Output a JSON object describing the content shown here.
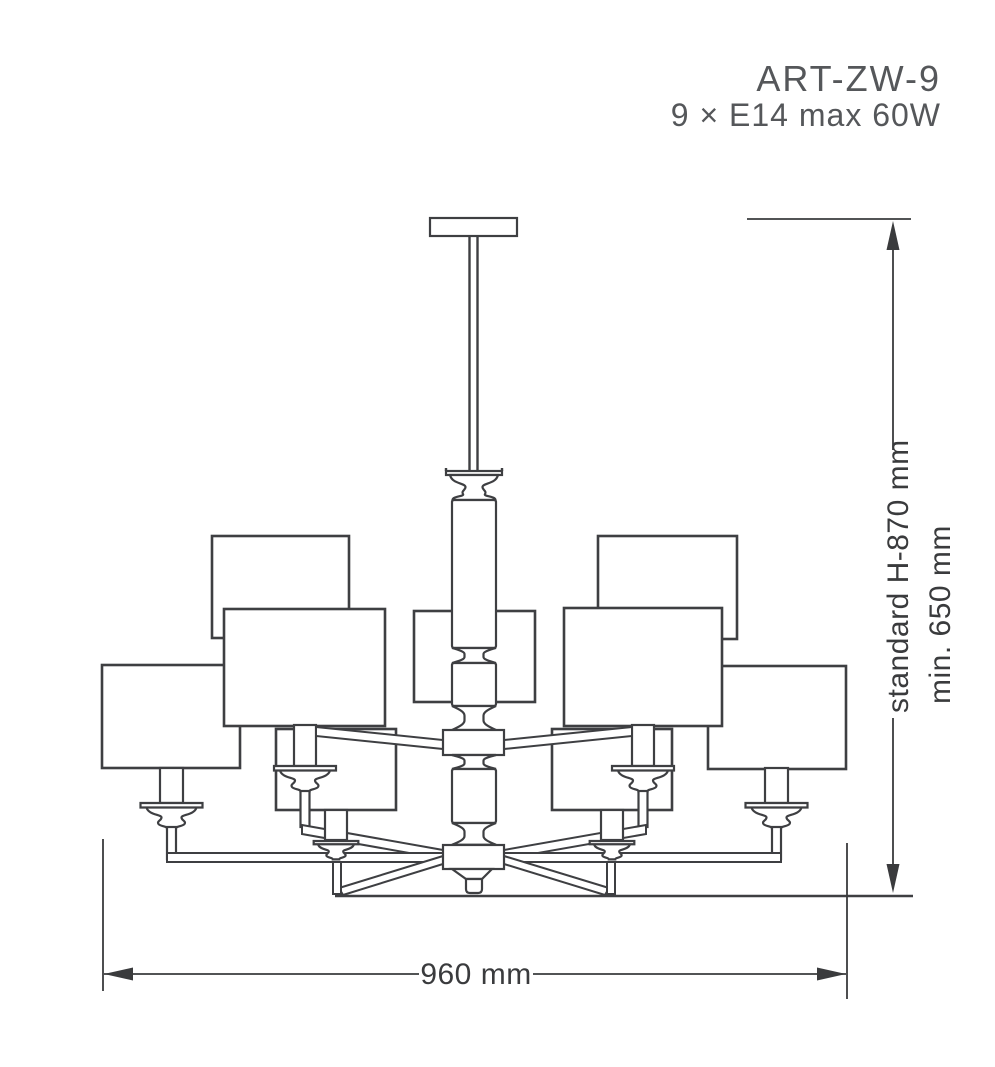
{
  "header": {
    "product_code": "ART-ZW-9",
    "lamp_spec": "9 × E14 max 60W"
  },
  "dimensions": {
    "width": "960 mm",
    "height_standard": "standard H-870 mm",
    "height_min": "min. 650 mm"
  },
  "figure": {
    "description": "Front-elevation technical line drawing of a two-tier chandelier with nine rectangular shades on candle arms, hung from a ceiling canopy by a straight rod"
  },
  "colors": {
    "line": "#3E3F42",
    "dimension_ink": "#3A3B3D",
    "title_ink": "#55575A",
    "background": "#FFFFFF",
    "shade_fill": "#FFFFFF"
  }
}
